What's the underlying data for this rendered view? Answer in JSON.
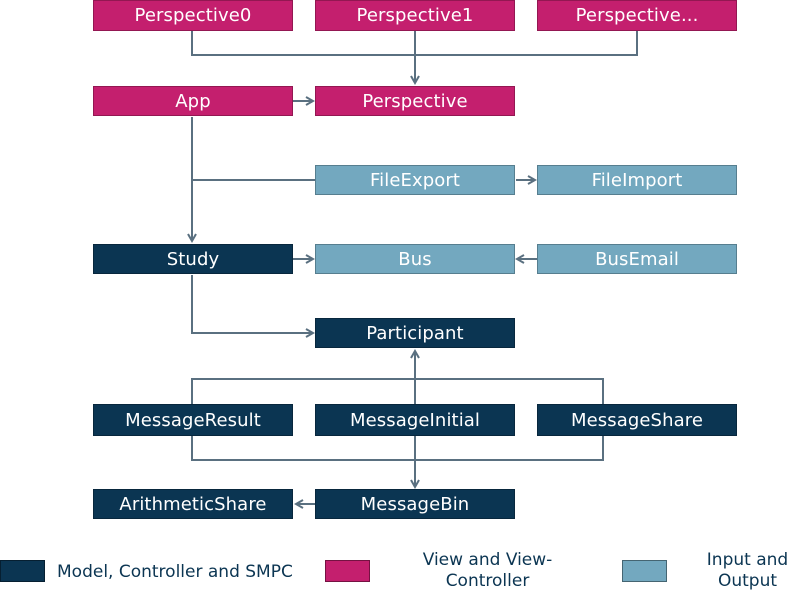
{
  "colors": {
    "model": "#0b3552",
    "view": "#c41f6e",
    "io": "#73a8bf",
    "connector": "#5a7080"
  },
  "nodes": {
    "perspective0": "Perspective0",
    "perspective1": "Perspective1",
    "perspective_more": "Perspective...",
    "app": "App",
    "perspective": "Perspective",
    "file_export": "FileExport",
    "file_import": "FileImport",
    "study": "Study",
    "bus": "Bus",
    "bus_email": "BusEmail",
    "participant": "Participant",
    "message_result": "MessageResult",
    "message_initial": "MessageInitial",
    "message_share": "MessageShare",
    "arithmetic_share": "ArithmeticShare",
    "message_bin": "MessageBin"
  },
  "legend": {
    "model": "Model, Controller and SMPC",
    "view_line1": "View and View-",
    "view_line2": "Controller",
    "io_line1": "Input and",
    "io_line2": "Output"
  }
}
